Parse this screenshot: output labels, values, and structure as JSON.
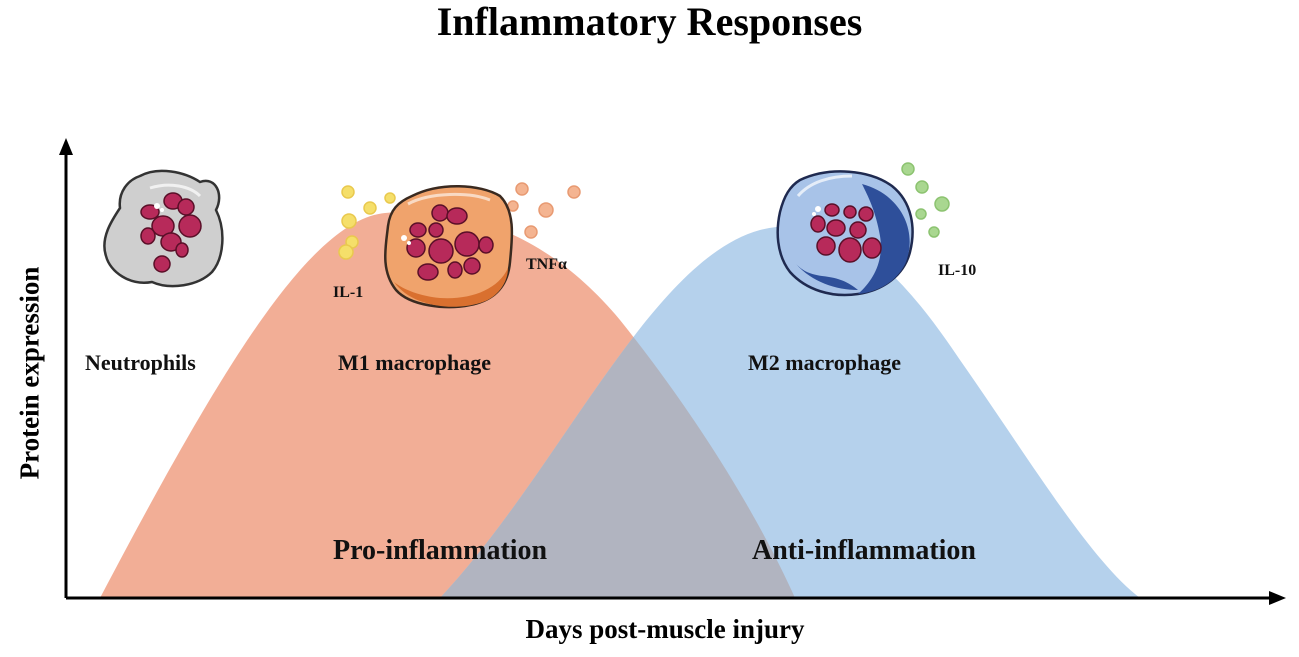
{
  "title": "Inflammatory Responses",
  "axes": {
    "x_label": "Days post-muscle injury",
    "y_label": "Protein expression"
  },
  "cells": {
    "neutrophils": "Neutrophils",
    "m1": "M1 macrophage",
    "m2": "M2 macrophage"
  },
  "cytokines": {
    "il1": "IL-1",
    "tnf": "TNFα",
    "il10": "IL-10"
  },
  "phases": {
    "pro": "Pro-inflammation",
    "anti": "Anti-inflammation"
  },
  "colors": {
    "pro_curve": "#f2ae96",
    "anti_curve": "#b5d1ec",
    "overlap": "#b1b4c0",
    "axis": "#000000",
    "neutrophil_body": "#cfcfcf",
    "m1_body": "#f0a36c",
    "m2_body": "#a8c3e8",
    "nucleus": "#b72a5a",
    "il1_dots": "#f5df6a",
    "tnf_dots": "#f4b491",
    "il10_dots": "#a9d790"
  }
}
